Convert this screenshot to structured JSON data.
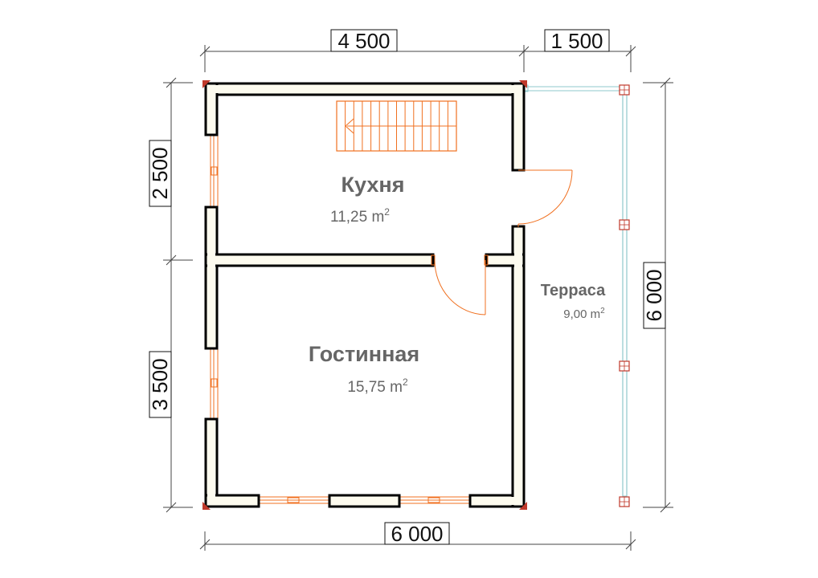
{
  "dimensions": {
    "top_left": "4 500",
    "top_right": "1 500",
    "left_upper": "2 500",
    "left_lower": "3 500",
    "right": "6 000",
    "bottom": "6 000"
  },
  "rooms": {
    "kitchen": {
      "name": "Кухня",
      "area": "11,25 m",
      "area_sup": "2"
    },
    "living": {
      "name": "Гостинная",
      "area": "15,75 m",
      "area_sup": "2"
    },
    "terrace": {
      "name": "Терраса",
      "area": "9,00 m",
      "area_sup": "2"
    }
  },
  "colors": {
    "wall_fill": "#fdfbef",
    "wall_stroke": "#000000",
    "window": "#f07020",
    "door": "#f07020",
    "terrace_rail": "#8fc9cc",
    "corner": "#c0392b",
    "dimension_line": "#444444",
    "room_text": "#666666"
  }
}
